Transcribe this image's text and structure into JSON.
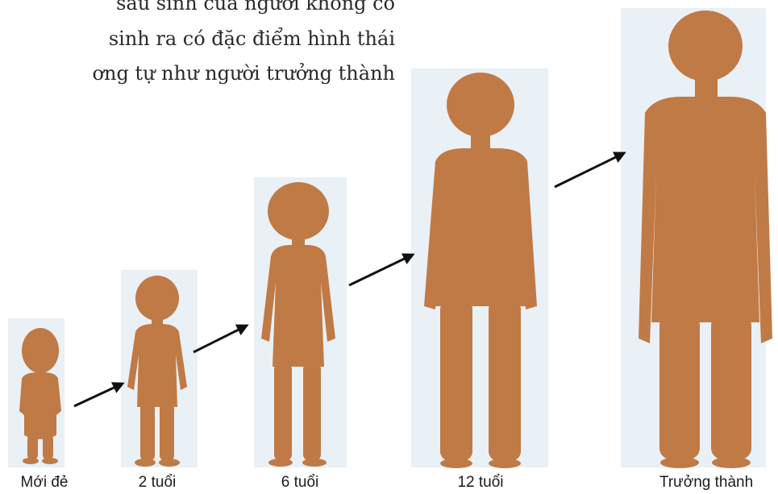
{
  "text_lines": [
    "sau sinh của người không có",
    "sinh ra có đặc điểm hình thái",
    "ơng tự như người trưởng thành"
  ],
  "stages": [
    {
      "label": "Mới đẻ"
    },
    {
      "label": "2 tuổi"
    },
    {
      "label": "6 tuổi"
    },
    {
      "label": "12 tuổi"
    },
    {
      "label": "Trưởng thành"
    }
  ],
  "colors": {
    "figure": "#c07a45",
    "figure_halo": "#e9f0f6",
    "arrow": "#111111"
  }
}
